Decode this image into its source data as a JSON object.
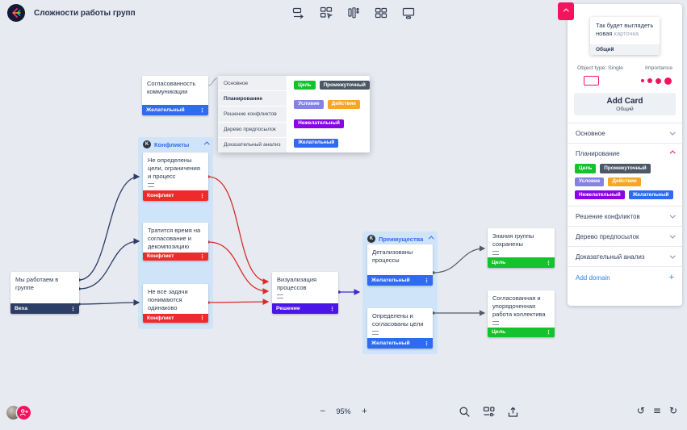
{
  "colors": {
    "accent_pink": "#F5135D",
    "label_blue": "#2E6BF0",
    "label_red": "#EF2A2A",
    "label_navy": "#2C3E66",
    "label_indigo": "#4A16E8",
    "label_green": "#13C22C",
    "tag_slate": "#4D5866",
    "tag_violet": "#8582E6",
    "tag_orange": "#F5A623",
    "tag_purple": "#8A05E6",
    "group_bg": "#CFE4F8",
    "canvas_bg": "#E8EAF1",
    "edge_navy": "#2C3E66",
    "edge_red": "#D92B2B",
    "edge_indigo": "#3A2BD6",
    "edge_gray": "#555A63"
  },
  "icons": {
    "view_modes": [
      "flow-view",
      "board-view",
      "timeline-view",
      "grid-view",
      "presentation-view"
    ],
    "collapse_panel": "chevron-up",
    "section_collapsed": "chevron-down",
    "section_expanded": "chevron-up",
    "search": "magnifier",
    "card_filter": "cards-with-slider",
    "export": "upload-tray",
    "invite": "person-plus"
  },
  "header": {
    "title": "Сложности работы групп"
  },
  "tags": {
    "goal": "Цель",
    "intermediate": "Промежуточный",
    "condition": "Условие",
    "action": "Действие",
    "undesirable": "Нежелательный",
    "desirable": "Желательный"
  },
  "popup": {
    "rows": [
      "Основное",
      "Планирование",
      "Решение конфликтов",
      "Дерево предпосылок",
      "Доказательный анализ"
    ],
    "active_row": "Планирование"
  },
  "sidebar": {
    "preview_card": {
      "text_main": "Так будет выглядеть новая",
      "text_muted": "карточка",
      "footer": "Общий"
    },
    "object_type_label": "Object type: Single",
    "importance_label": "Importance",
    "add_card_label": "Add Card",
    "add_card_sublabel": "Общий",
    "sections": [
      {
        "label": "Основное",
        "expanded": false
      },
      {
        "label": "Планирование",
        "expanded": true
      },
      {
        "label": "Решение конфликтов",
        "expanded": false
      },
      {
        "label": "Дерево предпосылок",
        "expanded": false
      },
      {
        "label": "Доказательный анализ",
        "expanded": false
      }
    ],
    "add_domain_label": "Add domain",
    "add_domain_plus": "+"
  },
  "canvas": {
    "groups": {
      "conflicts": {
        "label": "Конфликты",
        "badge": "K"
      },
      "benefits": {
        "label": "Преимущества",
        "badge": "K"
      }
    },
    "cards": {
      "communication": {
        "title": "Согласованность коммуникации",
        "label": "Желательный"
      },
      "milestone": {
        "title": "Мы работаем в группе",
        "label": "Веха"
      },
      "conflict1": {
        "title": "Не определены цели, ограничения и процесс",
        "label": "Конфликт"
      },
      "conflict2": {
        "title": "Тратится время на согласование и декомпозицию",
        "label": "Конфликт"
      },
      "conflict3": {
        "title": "Не все задачи понимаются одинаково",
        "label": "Конфликт"
      },
      "solution": {
        "title": "Визуализация процессов",
        "label": "Решение"
      },
      "benefit1": {
        "title": "Детализованы процессы",
        "label": "Желательный"
      },
      "benefit2": {
        "title": "Определены и согласованы цели",
        "label": "Желательный"
      },
      "goal1": {
        "title": "Знания группы сохранены",
        "label": "Цель"
      },
      "goal2": {
        "title": "Согласованная и упорядоченная работа коллектива",
        "label": "Цель"
      }
    },
    "menu_dots": "⋮"
  },
  "footer": {
    "zoom_out": "−",
    "zoom_level": "95%",
    "zoom_in": "+",
    "undo": "↺",
    "menu": "≡",
    "redo": "↻"
  }
}
